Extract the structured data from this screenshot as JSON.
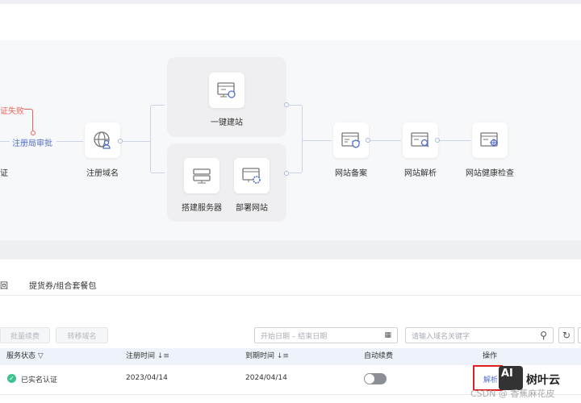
{
  "flow": {
    "fail_label": "证失败",
    "review_label": "注册局审批",
    "left_label": "证",
    "register_domain": "注册域名",
    "one_click_site": "一键建站",
    "build_server": "搭建服务器",
    "deploy_site": "部署网站",
    "site_filing": "网站备案",
    "site_resolution": "网站解析",
    "site_health_check": "网站健康检查"
  },
  "tabs": [
    {
      "label": "回"
    },
    {
      "label": "提货券/组合套餐包"
    }
  ],
  "toolbar": {
    "batch_renew": "批量续费",
    "transfer_domain": "转移域名",
    "date_placeholder": "开始日期 – 结束日期",
    "search_placeholder": "请输入域名关键字"
  },
  "table": {
    "headers": [
      "服务状态",
      "注册时间",
      "到期时间",
      "自动续费",
      "操作"
    ],
    "rows": [
      {
        "status": "已实名认证",
        "registered": "2023/04/14",
        "expires": "2024/04/14",
        "auto_renew": false,
        "action": "解析"
      }
    ]
  },
  "watermark": {
    "brand": "树叶云",
    "logo": "AI",
    "credit": "CSDN @ 香蕉麻花皮"
  },
  "colors": {
    "accent": "#526ecc",
    "fail": "#e8675c",
    "success": "#3ec28f",
    "highlight": "#e02020"
  }
}
